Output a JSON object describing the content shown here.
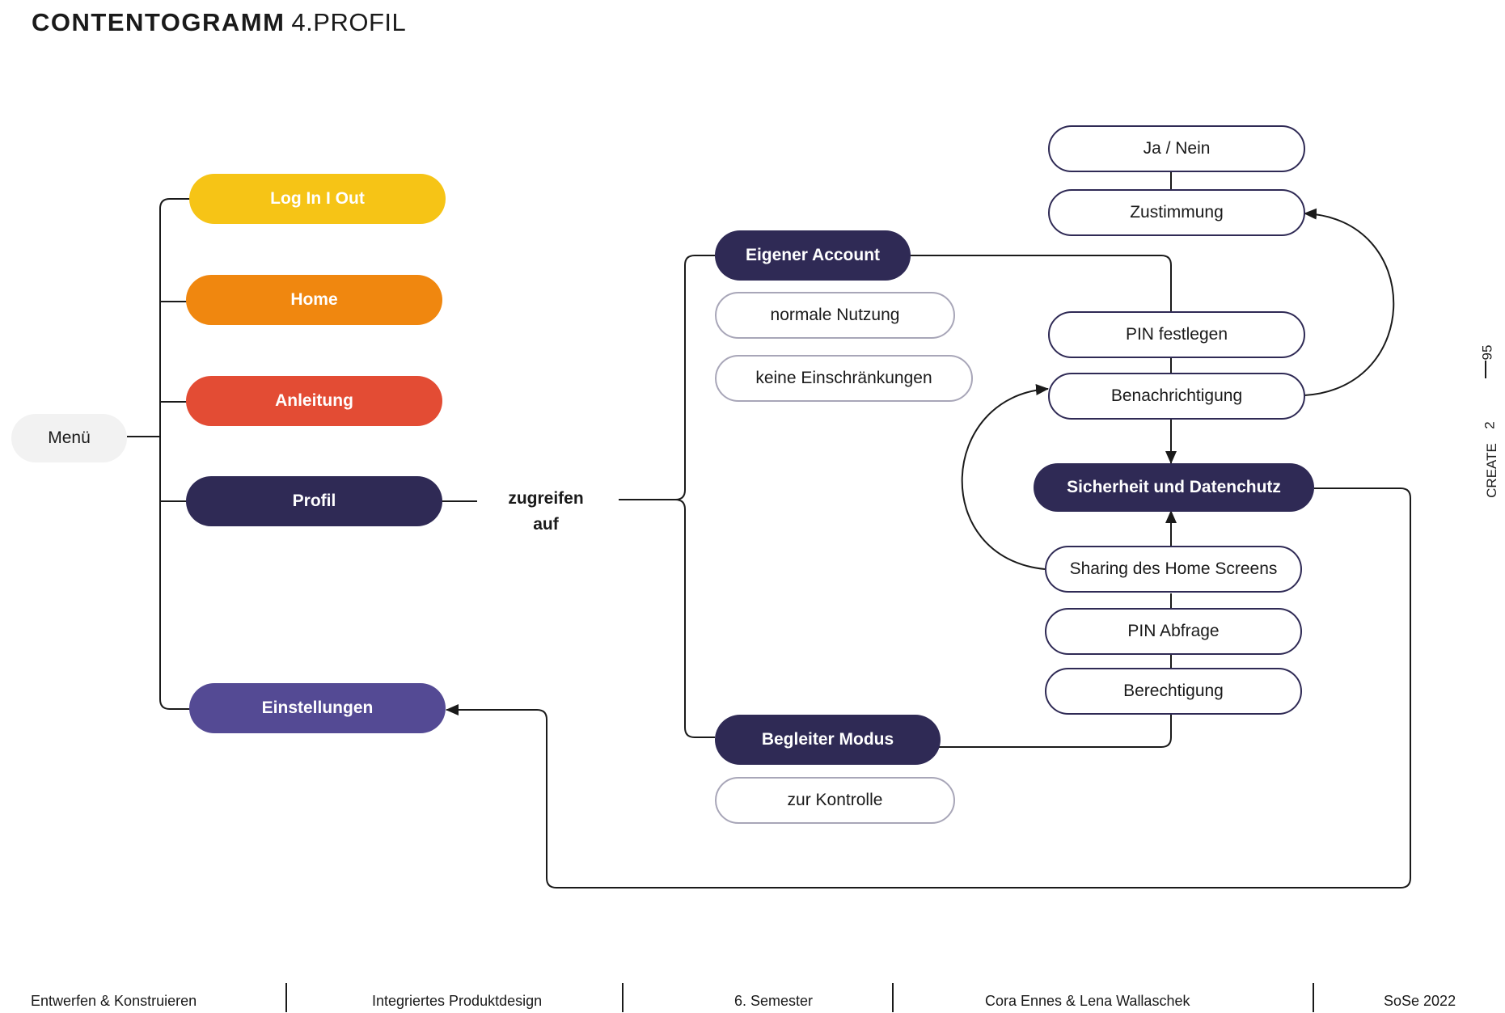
{
  "header": {
    "title_bold": "CONTENTOGRAMM",
    "title_light": "4.PROFIL"
  },
  "menu": {
    "root": "Menü",
    "items": [
      {
        "label": "Log In I Out",
        "color": "#f6c416"
      },
      {
        "label": "Home",
        "color": "#f0870f"
      },
      {
        "label": "Anleitung",
        "color": "#e34c34"
      },
      {
        "label": "Profil",
        "color": "#2f2a55"
      },
      {
        "label": "Einstellungen",
        "color": "#544a94"
      }
    ]
  },
  "connector_label": {
    "line1": "zugreifen",
    "line2": "auf"
  },
  "accounts": {
    "own": {
      "title": "Eigener Account",
      "notes": [
        "normale Nutzung",
        "keine Einschränkungen"
      ]
    },
    "companion": {
      "title": "Begleiter Modus",
      "notes": [
        "zur Kontrolle"
      ]
    }
  },
  "security": {
    "title": "Sicherheit und Datenchutz",
    "items": [
      "Ja / Nein",
      "Zustimmung",
      "PIN festlegen",
      "Benachrichtigung",
      "Sharing des Home Screens",
      "PIN Abfrage",
      "Berechtigung"
    ]
  },
  "side": {
    "page": "95",
    "section_word": "CREATE",
    "section_number": "2"
  },
  "footer": [
    "Entwerfen & Konstruieren",
    "Integriertes Produktdesign",
    "6. Semester",
    "Cora Ennes  & Lena Wallaschek",
    "SoSe 2022"
  ],
  "colors": {
    "line": "#1a1a1a",
    "navy": "#2f2a55",
    "outline_gray": "#a8a6b8",
    "menu_bg": "#f2f2f2"
  }
}
